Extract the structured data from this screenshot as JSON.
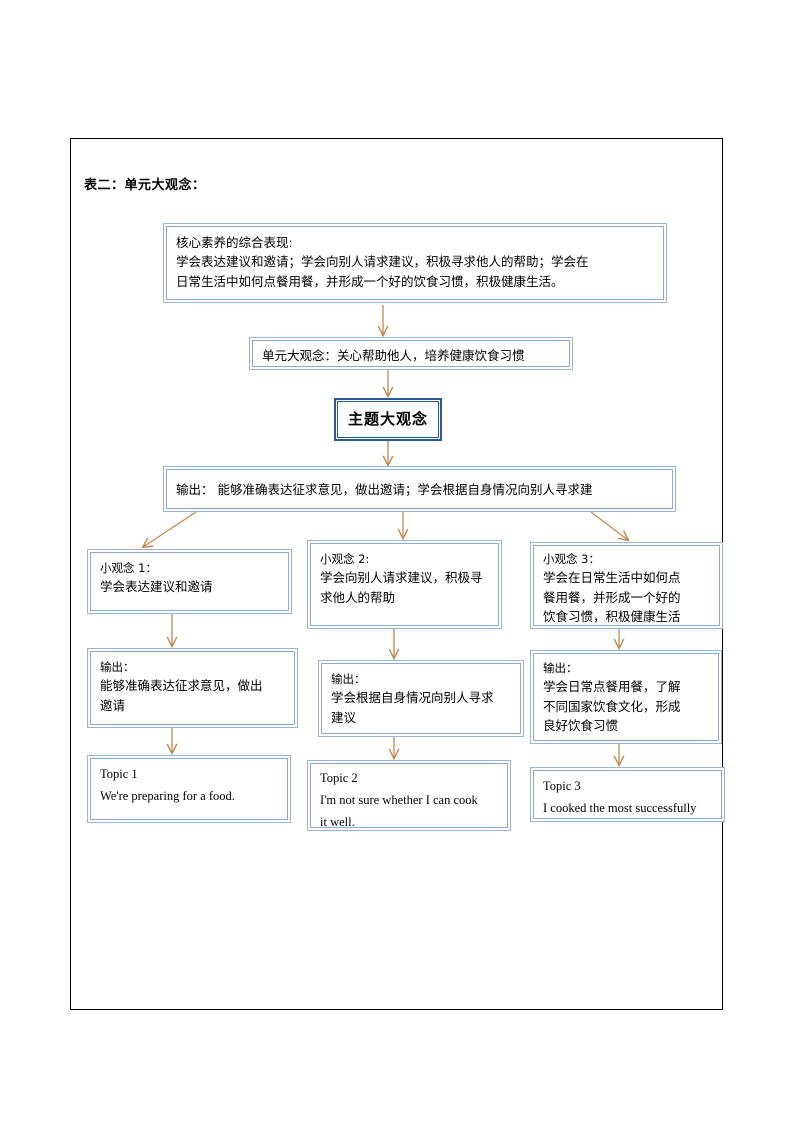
{
  "document": {
    "title": "表二：单元大观念："
  },
  "colors": {
    "box_border": "#9CB4D4",
    "box_border_inner": "#8FAAD0",
    "emphasis_border": "#2E5A94",
    "arrow": "#C08A52",
    "page_frame": "#000000"
  },
  "diagram": {
    "type": "flowchart",
    "nodes": [
      {
        "id": "core-literacy",
        "name": "core-literacy-box",
        "heading": "核心素养的综合表现:",
        "body": "学会表达建议和邀请；学会向别人请求建议，积极寻求他人的帮助；学会在\n日常生活中如何点餐用餐，并形成一个好的饮食习惯，积极健康生活。"
      },
      {
        "id": "unit-big-idea",
        "name": "unit-big-idea-box",
        "text": "单元大观念：关心帮助他人，培养健康饮食习惯"
      },
      {
        "id": "theme-big-idea",
        "name": "theme-big-idea-box",
        "text": "主题大观念"
      },
      {
        "id": "output-main",
        "name": "output-main-box",
        "text": "输出： 能够准确表达征求意见，做出邀请；学会根据自身情况向别人寻求建"
      },
      {
        "id": "sub-idea-1",
        "name": "sub-idea-1-box",
        "heading": "小观念 1：",
        "body": "学会表达建议和邀请"
      },
      {
        "id": "sub-idea-2",
        "name": "sub-idea-2-box",
        "heading": "小观念 2:",
        "body": "学会向别人请求建议，积极寻\n求他人的帮助"
      },
      {
        "id": "sub-idea-3",
        "name": "sub-idea-3-box",
        "heading": "小观念 3：",
        "body": "学会在日常生活中如何点\n餐用餐，并形成一个好的\n饮食习惯，积极健康生活"
      },
      {
        "id": "output-1",
        "name": "output-1-box",
        "heading": "输出：",
        "body": "能够准确表达征求意见，做出\n邀请"
      },
      {
        "id": "output-2",
        "name": "output-2-box",
        "heading": "输出：",
        "body": "学会根据自身情况向别人寻求\n建议"
      },
      {
        "id": "output-3",
        "name": "output-3-box",
        "heading": "输出：",
        "body": "学会日常点餐用餐，了解\n不同国家饮食文化，形成\n良好饮食习惯"
      },
      {
        "id": "topic-1",
        "name": "topic-1-box",
        "heading": "Topic 1",
        "body": "We're preparing for a food."
      },
      {
        "id": "topic-2",
        "name": "topic-2-box",
        "heading": "Topic 2",
        "body": "I'm not sure whether I can cook\nit well."
      },
      {
        "id": "topic-3",
        "name": "topic-3-box",
        "heading": "Topic 3",
        "body": "I cooked the most successfully"
      }
    ],
    "edges": [
      {
        "name": "edge-core-to-unit",
        "from": "core-literacy",
        "to": "unit-big-idea",
        "style": "vertical-arrow"
      },
      {
        "name": "edge-unit-to-theme",
        "from": "unit-big-idea",
        "to": "theme-big-idea",
        "style": "vertical-arrow"
      },
      {
        "name": "edge-theme-to-output",
        "from": "theme-big-idea",
        "to": "output-main",
        "style": "vertical-arrow"
      },
      {
        "name": "edge-output-to-sub1",
        "from": "output-main",
        "to": "sub-idea-1",
        "style": "diagonal-arrow"
      },
      {
        "name": "edge-output-to-sub2",
        "from": "output-main",
        "to": "sub-idea-2",
        "style": "vertical-arrow"
      },
      {
        "name": "edge-output-to-sub3",
        "from": "output-main",
        "to": "sub-idea-3",
        "style": "diagonal-arrow"
      },
      {
        "name": "edge-sub1-to-output1",
        "from": "sub-idea-1",
        "to": "output-1",
        "style": "vertical-arrow"
      },
      {
        "name": "edge-sub2-to-output2",
        "from": "sub-idea-2",
        "to": "output-2",
        "style": "vertical-arrow"
      },
      {
        "name": "edge-sub3-to-output3",
        "from": "sub-idea-3",
        "to": "output-3",
        "style": "vertical-arrow"
      },
      {
        "name": "edge-output1-to-topic1",
        "from": "output-1",
        "to": "topic-1",
        "style": "vertical-arrow"
      },
      {
        "name": "edge-output2-to-topic2",
        "from": "output-2",
        "to": "topic-2",
        "style": "vertical-arrow"
      },
      {
        "name": "edge-output3-to-topic3",
        "from": "output-3",
        "to": "topic-3",
        "style": "vertical-arrow"
      }
    ]
  }
}
